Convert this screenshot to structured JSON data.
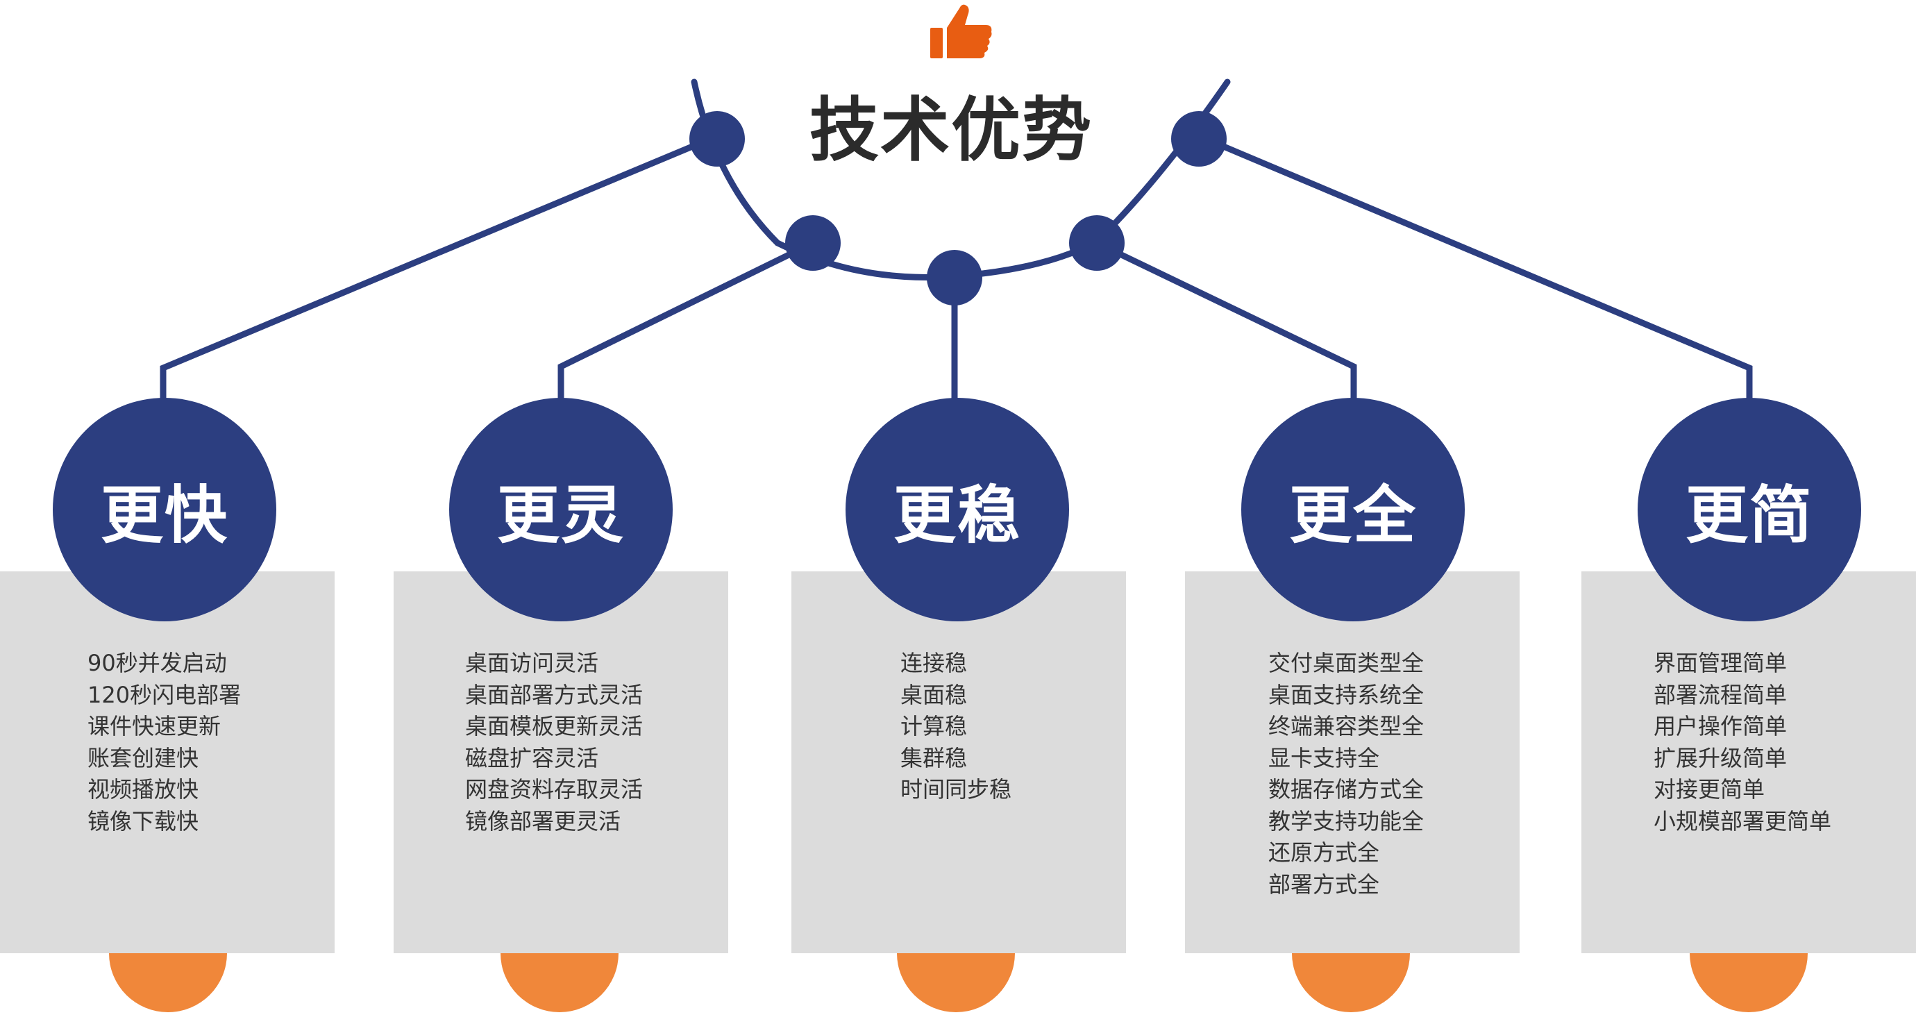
{
  "title": "技术优势",
  "colors": {
    "navy": "#2c3e80",
    "orange": "#f0873a",
    "thumb_orange": "#e85d12",
    "panel_gray": "#dcdcdc",
    "text_dark": "#333333"
  },
  "icons": {
    "header": "thumbs-up-icon"
  },
  "categories": [
    {
      "label": "更快",
      "items": [
        "90秒并发启动",
        "120秒闪电部署",
        "课件快速更新",
        "账套创建快",
        "视频播放快",
        "镜像下载快"
      ]
    },
    {
      "label": "更灵",
      "items": [
        "桌面访问灵活",
        "桌面部署方式灵活",
        "桌面模板更新灵活",
        "磁盘扩容灵活",
        "网盘资料存取灵活",
        "镜像部署更灵活"
      ]
    },
    {
      "label": "更稳",
      "items": [
        "连接稳",
        "桌面稳",
        "计算稳",
        "集群稳",
        "时间同步稳"
      ]
    },
    {
      "label": "更全",
      "items": [
        "交付桌面类型全",
        "桌面支持系统全",
        "终端兼容类型全",
        "显卡支持全",
        "数据存储方式全",
        "教学支持功能全",
        "还原方式全",
        "部署方式全"
      ]
    },
    {
      "label": "更简",
      "items": [
        "界面管理简单",
        "部署流程简单",
        "用户操作简单",
        "扩展升级简单",
        "对接更简单",
        "小规模部署更简单"
      ]
    }
  ]
}
